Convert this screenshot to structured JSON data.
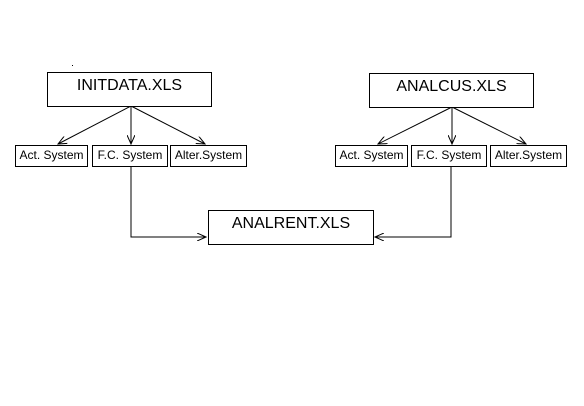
{
  "diagram": {
    "line_color": "#000000",
    "box_border_color": "#000000",
    "background_color": "#ffffff",
    "left_group": {
      "source_file": "INITDATA.XLS",
      "systems": [
        "Act. System",
        "F.C. System",
        "Alter.System"
      ]
    },
    "right_group": {
      "source_file": "ANALCUS.XLS",
      "systems": [
        "Act. System",
        "F.C. System",
        "Alter.System"
      ]
    },
    "target_file": "ANALRENT.XLS"
  }
}
